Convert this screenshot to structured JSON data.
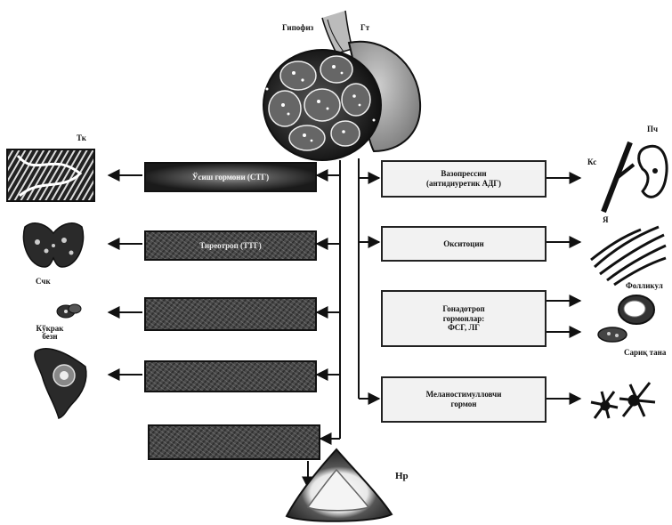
{
  "gland": {
    "label_left": "Гипофиз",
    "label_right": "Гт"
  },
  "left_boxes": [
    {
      "text": "Ўсиш гормони (СТГ)"
    },
    {
      "text": "Тиреотроп (ТТГ)"
    },
    {
      "text": ""
    },
    {
      "text": ""
    },
    {
      "text": ""
    }
  ],
  "right_boxes": [
    {
      "text_line1": "Вазопрессин",
      "text_line2": "(антидиуретик АДГ)"
    },
    {
      "text_line1": "Окситоцин",
      "text_line2": ""
    },
    {
      "text_line1": "Гонадотроп",
      "text_line2": "гормонлар:",
      "text_line3": "ФСГ, ЛГ"
    },
    {
      "text_line1": "Меланостимулловчи",
      "text_line2": "гормон"
    }
  ],
  "left_organs": {
    "bone": "Тк",
    "thyroid": "Счк",
    "breast": "Кўкрак",
    "breast2": "безн"
  },
  "right_organs": {
    "vessel": "Кс",
    "kidney": "Пч",
    "muscle": "Я",
    "follicle": "Фолликул",
    "corpus": "Сариқ тана"
  },
  "bottom": {
    "adrenal": "Нр"
  }
}
